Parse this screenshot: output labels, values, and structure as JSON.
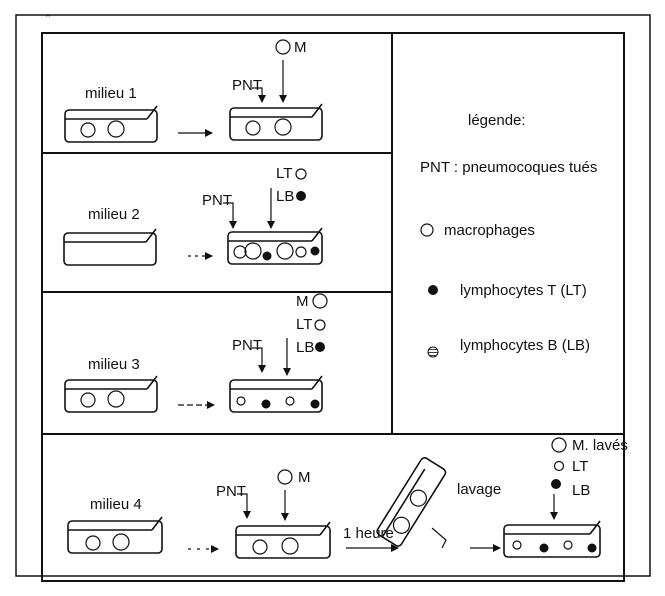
{
  "panels": {
    "milieu1": {
      "label": "milieu 1",
      "pnt": "PNT",
      "added_label": "M"
    },
    "milieu2": {
      "label": "milieu 2",
      "pnt": "PNT",
      "lt_label": "LT",
      "lb_label": "LB"
    },
    "milieu3": {
      "label": "milieu 3",
      "pnt": "PNT",
      "m_label": "M",
      "lt_label": "LT",
      "lb_label": "LB"
    },
    "milieu4": {
      "label": "milieu 4",
      "pnt": "PNT",
      "m_label": "M",
      "time_label": "1 heure",
      "wash_label": "lavage",
      "m_washed_label": "M. lavés",
      "lt_label": "LT",
      "lb_label": "LB"
    }
  },
  "legend": {
    "title": "légende:",
    "pnt_def": "PNT : pneumocoques tués",
    "items": [
      {
        "icon": "open-circle",
        "label": "macrophages"
      },
      {
        "icon": "filled-dot",
        "label": "lymphocytes T  (LT)"
      },
      {
        "icon": "striped-dot",
        "label": "lymphocytes B  (LB)"
      }
    ]
  },
  "marks": {
    "corner": "ˆ"
  }
}
